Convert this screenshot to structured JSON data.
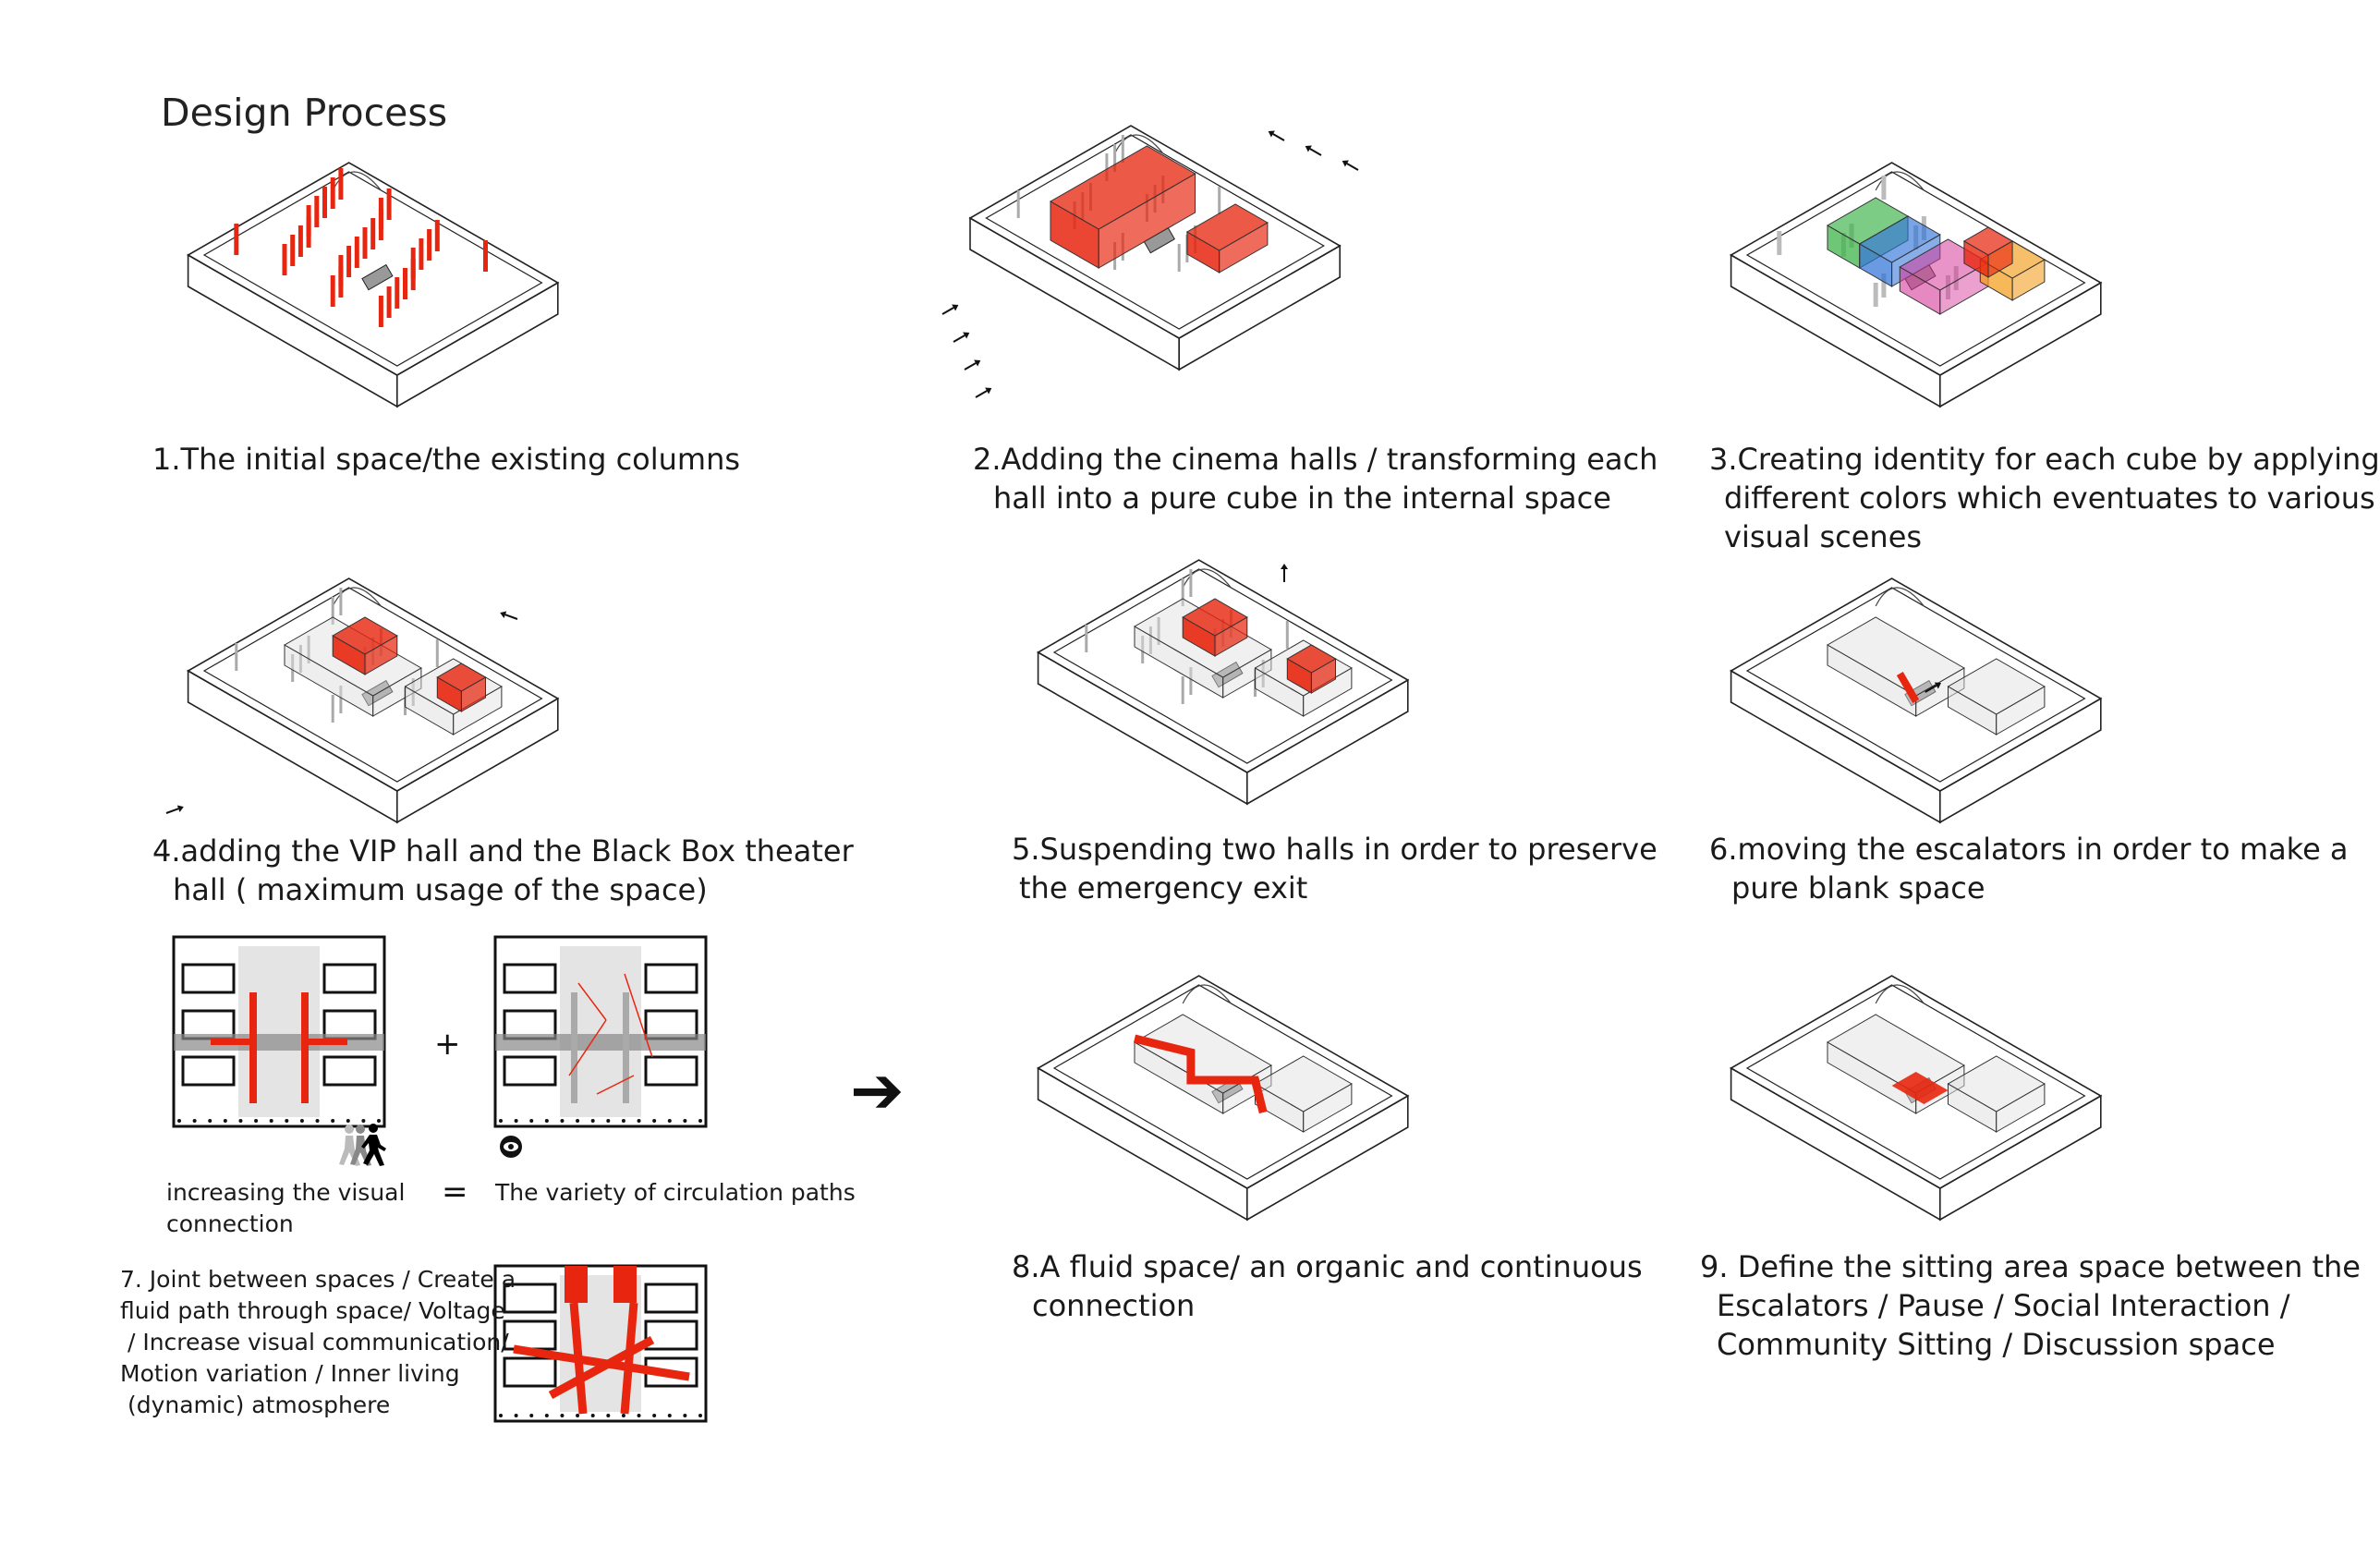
{
  "page": {
    "title": "Design Process"
  },
  "steps": [
    {
      "lines": [
        "1.The initial  space/the existing columns"
      ]
    },
    {
      "lines": [
        "2.Adding the cinema halls  /  transforming each",
        "hall into a pure cube in the internal space"
      ]
    },
    {
      "lines": [
        "3.Creating identity for each cube by applying",
        "different colors which eventuates to various",
        "visual scenes"
      ]
    },
    {
      "lines": [
        "4.adding the VIP hall and the Black Box theater",
        "hall ( maximum usage of the space)"
      ]
    },
    {
      "lines": [
        "5.Suspending two halls in order to preserve",
        "the emergency exit"
      ]
    },
    {
      "lines": [
        "6.moving the escalators in order to make a",
        "pure blank space"
      ]
    },
    {
      "lines": [
        "8.A fluid space/ an organic and continuous",
        "connection"
      ]
    },
    {
      "lines": [
        "9. Define the sitting area  space between the",
        "Escalators  /  Pause / Social Interaction /",
        "Community Sitting / Discussion space"
      ]
    }
  ],
  "step7": {
    "plus": "+",
    "equals": "=",
    "arrow": "➔",
    "left_label": [
      "increasing the visual",
      "connection"
    ],
    "right_label": "The variety of circulation paths",
    "description": [
      "7. Joint between spaces / Create a",
      "fluid path through space/ Voltage",
      " / Increase visual communication/",
      "Motion variation / Inner living",
      " (dynamic) atmosphere"
    ]
  },
  "colors": {
    "accent_red": "#e8260f",
    "green": "#3db34a",
    "blue": "#2a6fd6",
    "orange": "#f29a12",
    "magenta": "#d6399a",
    "line": "#222222"
  }
}
